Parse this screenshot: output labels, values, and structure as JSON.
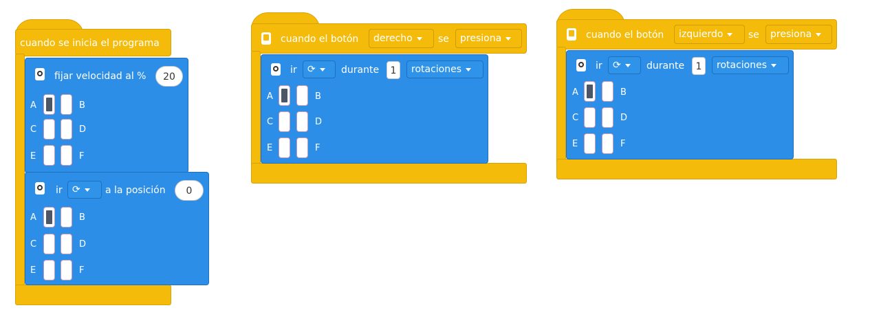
{
  "stack1": {
    "hat_label": "cuando se inicia el programa",
    "speed": {
      "label": "fijar velocidad al %",
      "value": "20"
    },
    "go_pos": {
      "ir": "ir",
      "dir_icon": "rotate-cw-icon",
      "label": "a la posición",
      "value": "0"
    },
    "ports": {
      "a": "A",
      "b": "B",
      "c": "C",
      "d": "D",
      "e": "E",
      "f": "F"
    }
  },
  "stack2": {
    "when": "cuando el botón",
    "button_option": "derecho",
    "se": "se",
    "action_option": "presiona",
    "run": {
      "ir": "ir",
      "dir_icon": "rotate-cw-icon",
      "durante": "durante",
      "value": "1",
      "unit_option": "rotaciones"
    },
    "ports": {
      "a": "A",
      "b": "B",
      "c": "C",
      "d": "D",
      "e": "E",
      "f": "F"
    }
  },
  "stack3": {
    "when": "cuando el botón",
    "button_option": "izquierdo",
    "se": "se",
    "action_option": "presiona",
    "run": {
      "ir": "ir",
      "dir_icon": "rotate-cw-icon",
      "durante": "durante",
      "value": "1",
      "unit_option": "rotaciones"
    },
    "ports": {
      "a": "A",
      "b": "B",
      "c": "C",
      "d": "D",
      "e": "E",
      "f": "F"
    }
  },
  "colors": {
    "event": "#f5bb0b",
    "motor": "#2c8ee6",
    "port_selected": "#4d5666"
  }
}
